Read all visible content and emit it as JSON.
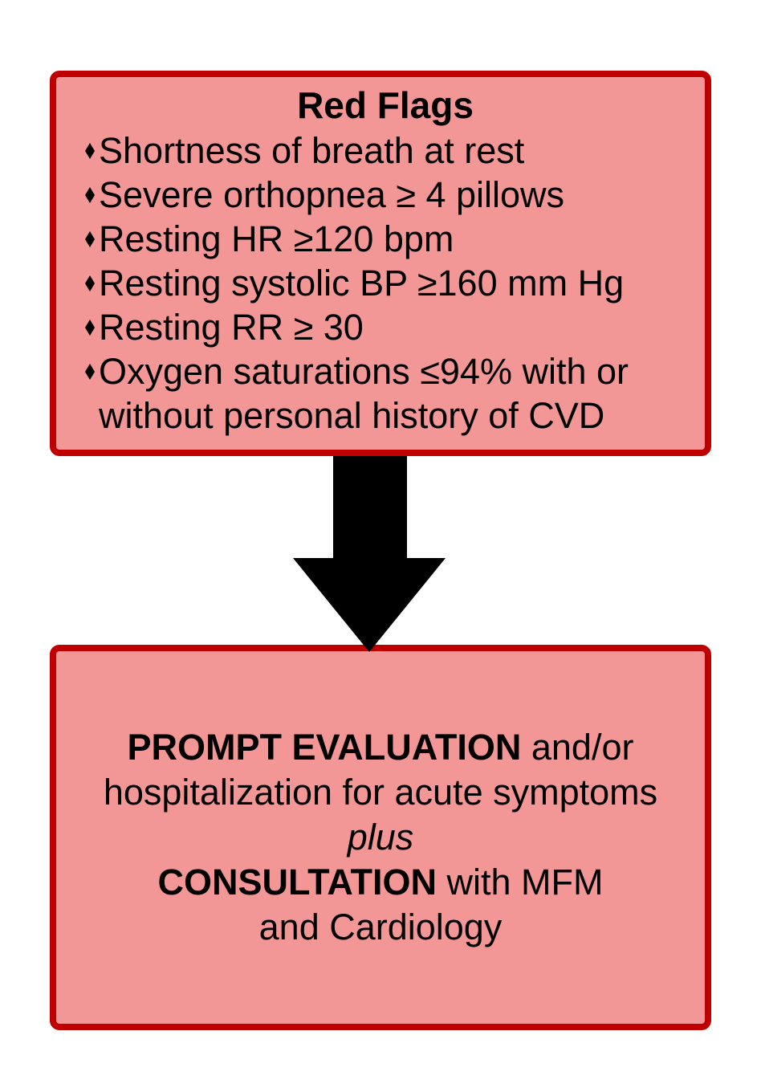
{
  "colors": {
    "box_fill": "#F29696",
    "box_border": "#C00000",
    "arrow": "#000000",
    "background": "#FFFFFF",
    "text": "#000000"
  },
  "red_flags_box": {
    "title": "Red Flags",
    "bullet_icon": "diamond-bullet",
    "items": [
      "Shortness of breath at rest",
      "Severe orthopnea ≥ 4 pillows",
      "Resting HR ≥120 bpm",
      "Resting systolic BP ≥160 mm Hg",
      "Resting RR ≥ 30",
      "Oxygen saturations ≤94% with or without personal history of CVD"
    ]
  },
  "arrow": {
    "name": "down-arrow",
    "direction": "down"
  },
  "action_box": {
    "lines": [
      {
        "bold": "PROMPT EVALUATION",
        "normal": " and/or"
      },
      {
        "normal": "hospitalization for acute symptoms"
      },
      {
        "italic": "plus"
      },
      {
        "bold": "CONSULTATION",
        "normal": " with MFM"
      },
      {
        "normal": "and Cardiology"
      }
    ]
  }
}
